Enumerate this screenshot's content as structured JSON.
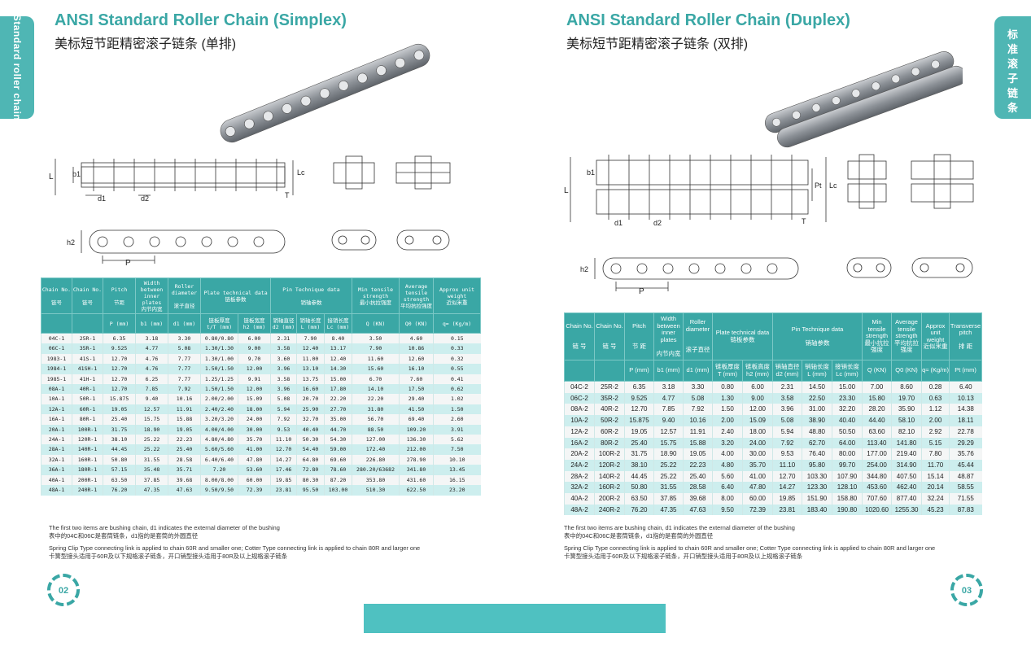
{
  "left": {
    "side_tab": "Standard roller chain",
    "title_en": "ANSI Standard Roller Chain (Simplex)",
    "title_cn": "美标短节距精密滚子链条 (单排)",
    "dim_labels": {
      "L": "L",
      "b1": "b1",
      "d1": "d1",
      "d2": "d2",
      "Lc": "Lc",
      "T": "T",
      "h2": "h2",
      "P": "P"
    },
    "table": {
      "headers": [
        {
          "en": "Chain No.",
          "cn": "链号",
          "unit": ""
        },
        {
          "en": "Chain No.",
          "cn": "链号",
          "unit": ""
        },
        {
          "en": "Pitch",
          "cn": "节距",
          "unit": "P (mm)"
        },
        {
          "en": "Width between inner plates",
          "cn": "内节内宽",
          "unit": "b1 (mm)"
        },
        {
          "en": "Roller diameter",
          "cn": "滚子直径",
          "unit": "d1 (mm)"
        },
        {
          "en": "Plate technical data",
          "cn": "链板参数",
          "sub": [
            {
              "cn": "链板厚度",
              "unit": "t/T (mm)"
            },
            {
              "cn": "链板宽度",
              "unit": "h2 (mm)"
            }
          ]
        },
        {
          "en": "Pin Technique data",
          "cn": "销轴参数",
          "sub": [
            {
              "cn": "销轴直径",
              "unit": "d2 (mm)"
            },
            {
              "cn": "销轴长度",
              "unit": "L (mm)"
            },
            {
              "cn": "接销长度",
              "unit": "Lc (mm)"
            }
          ]
        },
        {
          "en": "Min tensile strength",
          "cn": "最小抗拉强度",
          "unit": "Q (KN)"
        },
        {
          "en": "Average tensile strength",
          "cn": "平均抗拉强度",
          "unit": "Q0 (KN)"
        },
        {
          "en": "Approx unit weight",
          "cn": "近似米重",
          "unit": "q≈ (Kg/m)"
        }
      ],
      "rows": [
        [
          "04C-1",
          "25R-1",
          "6.35",
          "3.18",
          "3.30",
          "0.80/0.80",
          "6.00",
          "2.31",
          "7.90",
          "8.40",
          "3.50",
          "4.60",
          "0.15"
        ],
        [
          "06C-1",
          "35R-1",
          "9.525",
          "4.77",
          "5.08",
          "1.30/1.30",
          "9.00",
          "3.58",
          "12.40",
          "13.17",
          "7.90",
          "10.86",
          "0.33"
        ],
        [
          "1983-1",
          "41S-1",
          "12.70",
          "4.76",
          "7.77",
          "1.30/1.00",
          "9.70",
          "3.60",
          "11.00",
          "12.40",
          "11.60",
          "12.60",
          "0.32"
        ],
        [
          "1984-1",
          "41SH-1",
          "12.70",
          "4.76",
          "7.77",
          "1.50/1.50",
          "12.00",
          "3.96",
          "13.10",
          "14.30",
          "15.60",
          "16.10",
          "0.55"
        ],
        [
          "1985-1",
          "41H-1",
          "12.70",
          "6.25",
          "7.77",
          "1.25/1.25",
          "9.91",
          "3.58",
          "13.75",
          "15.00",
          "6.70",
          "7.60",
          "0.41"
        ],
        [
          "08A-1",
          "40R-1",
          "12.70",
          "7.85",
          "7.92",
          "1.50/1.50",
          "12.00",
          "3.96",
          "16.60",
          "17.80",
          "14.10",
          "17.50",
          "0.62"
        ],
        [
          "10A-1",
          "50R-1",
          "15.875",
          "9.40",
          "10.16",
          "2.00/2.00",
          "15.09",
          "5.08",
          "20.70",
          "22.20",
          "22.20",
          "29.40",
          "1.02"
        ],
        [
          "12A-1",
          "60R-1",
          "19.05",
          "12.57",
          "11.91",
          "2.40/2.40",
          "18.00",
          "5.94",
          "25.90",
          "27.70",
          "31.80",
          "41.50",
          "1.50"
        ],
        [
          "16A-1",
          "80R-1",
          "25.40",
          "15.75",
          "15.88",
          "3.20/3.20",
          "24.00",
          "7.92",
          "32.70",
          "35.00",
          "56.70",
          "69.40",
          "2.60"
        ],
        [
          "20A-1",
          "100R-1",
          "31.75",
          "18.90",
          "19.05",
          "4.00/4.00",
          "30.00",
          "9.53",
          "40.40",
          "44.70",
          "88.50",
          "109.20",
          "3.91"
        ],
        [
          "24A-1",
          "120R-1",
          "38.10",
          "25.22",
          "22.23",
          "4.80/4.80",
          "35.70",
          "11.10",
          "50.30",
          "54.30",
          "127.00",
          "136.30",
          "5.62"
        ],
        [
          "28A-1",
          "140R-1",
          "44.45",
          "25.22",
          "25.40",
          "5.60/5.60",
          "41.00",
          "12.70",
          "54.40",
          "59.00",
          "172.40",
          "212.00",
          "7.50"
        ],
        [
          "32A-1",
          "160R-1",
          "50.80",
          "31.55",
          "28.58",
          "6.40/6.40",
          "47.80",
          "14.27",
          "64.80",
          "69.60",
          "226.80",
          "278.90",
          "10.10"
        ],
        [
          "36A-1",
          "180R-1",
          "57.15",
          "35.48",
          "35.71",
          "7.20",
          "53.60",
          "17.46",
          "72.80",
          "78.60",
          "280.20/63682",
          "341.80",
          "13.45"
        ],
        [
          "40A-1",
          "200R-1",
          "63.50",
          "37.85",
          "39.68",
          "8.00/8.00",
          "60.00",
          "19.85",
          "80.30",
          "87.20",
          "353.80",
          "431.60",
          "16.15"
        ],
        [
          "48A-1",
          "240R-1",
          "76.20",
          "47.35",
          "47.63",
          "9.50/9.50",
          "72.39",
          "23.81",
          "95.50",
          "103.00",
          "510.30",
          "622.50",
          "23.20"
        ]
      ]
    },
    "notes": [
      "The first two items are bushing chain, d1 indicates the external diameter of the bushing",
      "表中的04C和06C是套筒链条，d1指的是套筒的外圆直径",
      "Spring Clip Type connecting link is applied to chain 60R and smaller one; Cotter Type connecting link is applied to chain 80R and larger one",
      "卡簧型接头适用于60R及以下规格滚子链条，开口销型接头适用于80R及以上规格滚子链条"
    ],
    "page_num": "02"
  },
  "right": {
    "side_tab": [
      "标",
      "准",
      "滚",
      "子",
      "链",
      "条"
    ],
    "title_en": "ANSI Standard Roller Chain (Duplex)",
    "title_cn": "美标短节距精密滚子链条 (双排)",
    "dim_labels": {
      "L": "L",
      "b1": "b1",
      "d1": "d1",
      "d2": "d2",
      "Lc": "Lc",
      "Pt": "Pt",
      "T": "T",
      "h2": "h2",
      "P": "P"
    },
    "table": {
      "headers": [
        {
          "en": "Chain No.",
          "cn": "链 号",
          "unit": ""
        },
        {
          "en": "Chain No.",
          "cn": "链 号",
          "unit": ""
        },
        {
          "en": "Pitch",
          "cn": "节 距",
          "unit": "P (mm)"
        },
        {
          "en": "Width between inner plates",
          "cn": "内节内宽",
          "unit": "b1 (mm)"
        },
        {
          "en": "Roller diameter",
          "cn": "滚子直径",
          "unit": "d1 (mm)"
        },
        {
          "en": "Plate technical data",
          "cn": "链板参数",
          "sub": [
            {
              "cn": "链板厚度",
              "unit": "T (mm)"
            },
            {
              "cn": "链板高度",
              "unit": "h2 (mm)"
            }
          ]
        },
        {
          "en": "Pin Technique data",
          "cn": "销轴参数",
          "sub": [
            {
              "cn": "销轴直径",
              "unit": "d2 (mm)"
            },
            {
              "cn": "销轴长度",
              "unit": "L (mm)"
            },
            {
              "cn": "接销长度",
              "unit": "Lc (mm)"
            }
          ]
        },
        {
          "en": "Min tensile strength",
          "cn": "最小抗拉强度",
          "unit": "Q (KN)"
        },
        {
          "en": "Average tensile strength",
          "cn": "平均抗拉强度",
          "unit": "Q0 (KN)"
        },
        {
          "en": "Approx unit weight",
          "cn": "近似米重",
          "unit": "q≈ (Kg/m)"
        },
        {
          "en": "Transverse pitch",
          "cn": "排 距",
          "unit": "Pt (mm)"
        }
      ],
      "rows": [
        [
          "04C-2",
          "25R-2",
          "6.35",
          "3.18",
          "3.30",
          "0.80",
          "6.00",
          "2.31",
          "14.50",
          "15.00",
          "7.00",
          "8.60",
          "0.28",
          "6.40"
        ],
        [
          "06C-2",
          "35R-2",
          "9.525",
          "4.77",
          "5.08",
          "1.30",
          "9.00",
          "3.58",
          "22.50",
          "23.30",
          "15.80",
          "19.70",
          "0.63",
          "10.13"
        ],
        [
          "08A-2",
          "40R-2",
          "12.70",
          "7.85",
          "7.92",
          "1.50",
          "12.00",
          "3.96",
          "31.00",
          "32.20",
          "28.20",
          "35.90",
          "1.12",
          "14.38"
        ],
        [
          "10A-2",
          "50R-2",
          "15.875",
          "9.40",
          "10.16",
          "2.00",
          "15.09",
          "5.08",
          "38.90",
          "40.40",
          "44.40",
          "58.10",
          "2.00",
          "18.11"
        ],
        [
          "12A-2",
          "60R-2",
          "19.05",
          "12.57",
          "11.91",
          "2.40",
          "18.00",
          "5.94",
          "48.80",
          "50.50",
          "63.60",
          "82.10",
          "2.92",
          "22.78"
        ],
        [
          "16A-2",
          "80R-2",
          "25.40",
          "15.75",
          "15.88",
          "3.20",
          "24.00",
          "7.92",
          "62.70",
          "64.00",
          "113.40",
          "141.80",
          "5.15",
          "29.29"
        ],
        [
          "20A-2",
          "100R-2",
          "31.75",
          "18.90",
          "19.05",
          "4.00",
          "30.00",
          "9.53",
          "76.40",
          "80.00",
          "177.00",
          "219.40",
          "7.80",
          "35.76"
        ],
        [
          "24A-2",
          "120R-2",
          "38.10",
          "25.22",
          "22.23",
          "4.80",
          "35.70",
          "11.10",
          "95.80",
          "99.70",
          "254.00",
          "314.90",
          "11.70",
          "45.44"
        ],
        [
          "28A-2",
          "140R-2",
          "44.45",
          "25.22",
          "25.40",
          "5.60",
          "41.00",
          "12.70",
          "103.30",
          "107.90",
          "344.80",
          "407.50",
          "15.14",
          "48.87"
        ],
        [
          "32A-2",
          "160R-2",
          "50.80",
          "31.55",
          "28.58",
          "6.40",
          "47.80",
          "14.27",
          "123.30",
          "128.10",
          "453.60",
          "462.40",
          "20.14",
          "58.55"
        ],
        [
          "40A-2",
          "200R-2",
          "63.50",
          "37.85",
          "39.68",
          "8.00",
          "60.00",
          "19.85",
          "151.90",
          "158.80",
          "707.60",
          "877.40",
          "32.24",
          "71.55"
        ],
        [
          "48A-2",
          "240R-2",
          "76.20",
          "47.35",
          "47.63",
          "9.50",
          "72.39",
          "23.81",
          "183.40",
          "190.80",
          "1020.60",
          "1255.30",
          "45.23",
          "87.83"
        ]
      ]
    },
    "notes": [
      "The first two items are bushing chain, d1 indicates the external diameter of the bushing",
      "表中的04C和06C是套筒链条，d1指的是套筒的外圆直径",
      "Spring Clip Type connecting link is applied to chain 60R and smaller one; Cotter Type connecting link is applied to chain 80R and larger one",
      "卡簧型接头适用于60R及以下规格滚子链条，开口销型接头适用于80R及以上规格滚子链条"
    ],
    "page_num": "03"
  },
  "colors": {
    "accent": "#3aa7a5",
    "tab": "#4fb6b4",
    "row_alt": "#cdeeee",
    "bar": "#4fc1c1"
  }
}
